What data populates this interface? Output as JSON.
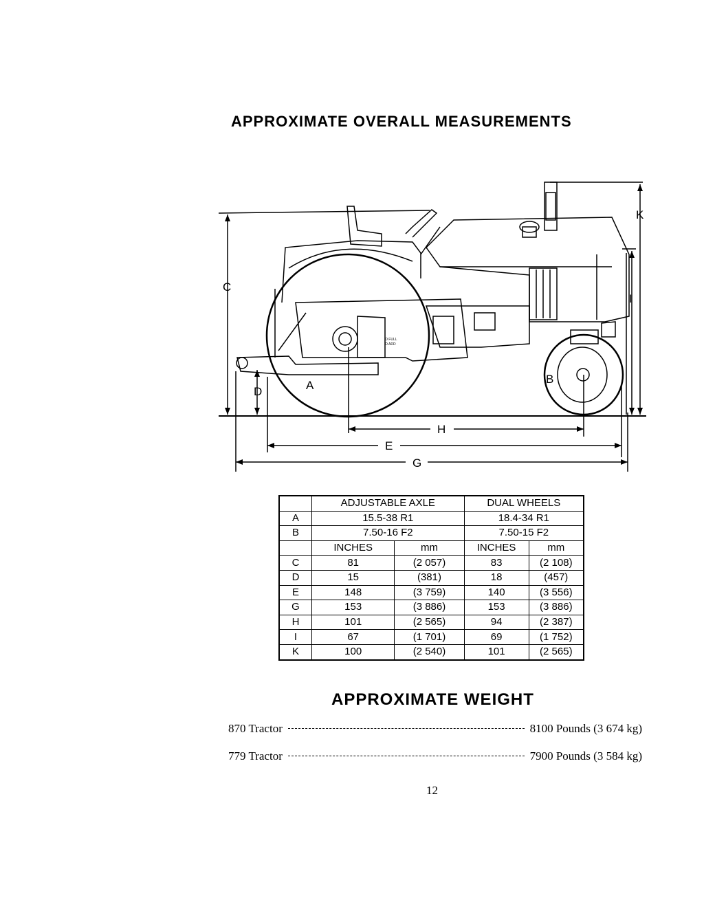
{
  "heading": "APPROXIMATE OVERALL MEASUREMENTS",
  "diagram_labels": {
    "C": "C",
    "D": "D",
    "A": "A",
    "B": "B",
    "K": "K",
    "I": "I",
    "H": "H",
    "E": "E",
    "G": "G"
  },
  "gauge_text": {
    "full": "O FULL",
    "add": "O ADD"
  },
  "table": {
    "axle_header": "ADJUSTABLE AXLE",
    "dual_header": "DUAL WHEELS",
    "tire_rows": [
      {
        "label": "A",
        "axle": "15.5-38 R1",
        "dual": "18.4-34 R1"
      },
      {
        "label": "B",
        "axle": "7.50-16 F2",
        "dual": "7.50-15 F2"
      }
    ],
    "unit_headers": {
      "axle_in": "INCHES",
      "axle_mm": "mm",
      "dual_in": "INCHES",
      "dual_mm": "mm"
    },
    "rows": [
      {
        "label": "C",
        "axle_in": "81",
        "axle_mm": "(2 057)",
        "dual_in": "83",
        "dual_mm": "(2 108)"
      },
      {
        "label": "D",
        "axle_in": "15",
        "axle_mm": "(381)",
        "dual_in": "18",
        "dual_mm": "(457)"
      },
      {
        "label": "E",
        "axle_in": "148",
        "axle_mm": "(3 759)",
        "dual_in": "140",
        "dual_mm": "(3 556)"
      },
      {
        "label": "G",
        "axle_in": "153",
        "axle_mm": "(3 886)",
        "dual_in": "153",
        "dual_mm": "(3 886)"
      },
      {
        "label": "H",
        "axle_in": "101",
        "axle_mm": "(2 565)",
        "dual_in": "94",
        "dual_mm": "(2 387)"
      },
      {
        "label": "I",
        "axle_in": "67",
        "axle_mm": "(1 701)",
        "dual_in": "69",
        "dual_mm": "(1 752)"
      },
      {
        "label": "K",
        "axle_in": "100",
        "axle_mm": "(2 540)",
        "dual_in": "101",
        "dual_mm": "(2 565)"
      }
    ]
  },
  "weight_heading": "APPROXIMATE WEIGHT",
  "weights": [
    {
      "model": "870 Tractor",
      "value": "8100 Pounds (3 674 kg)"
    },
    {
      "model": "779 Tractor",
      "value": "7900 Pounds (3 584 kg)"
    }
  ],
  "page_number": "12"
}
